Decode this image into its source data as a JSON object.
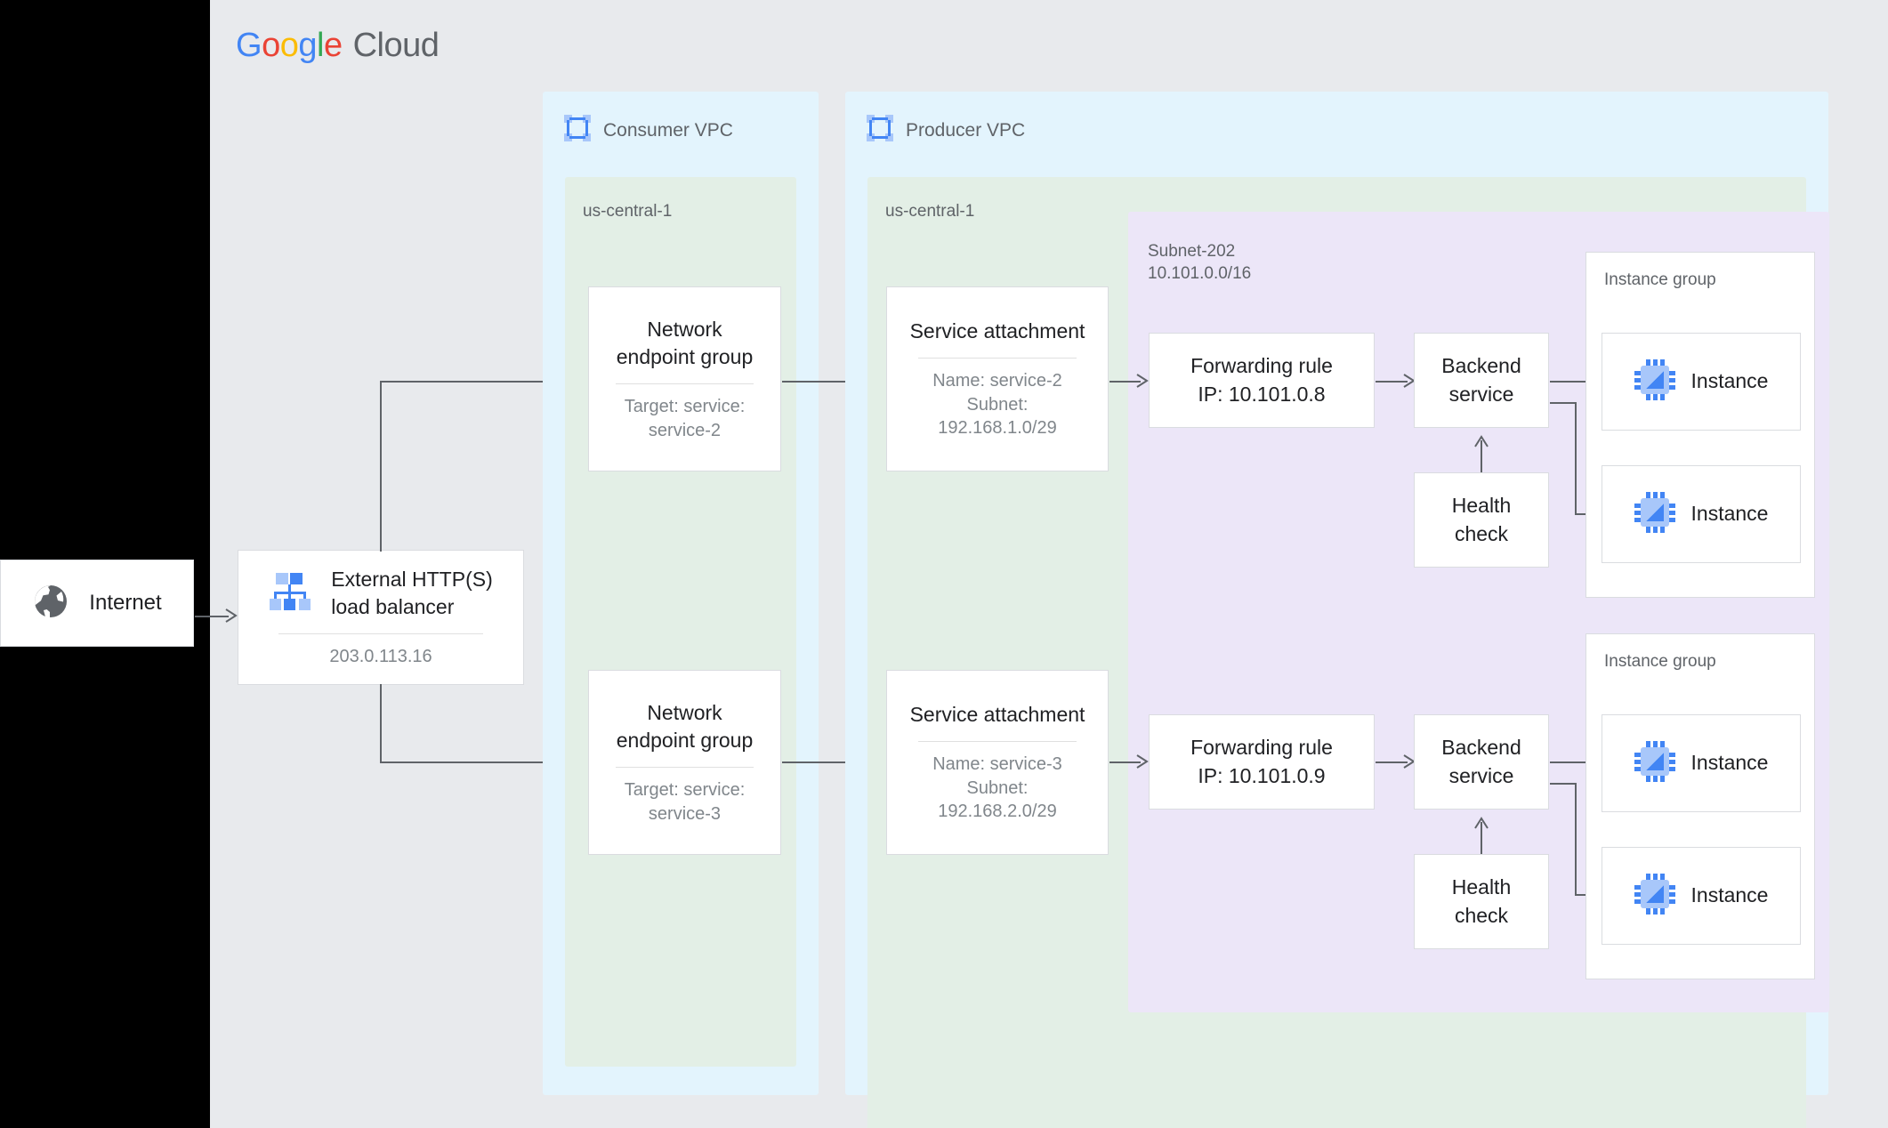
{
  "brand": {
    "name_parts": [
      "G",
      "o",
      "o",
      "g",
      "l",
      "e"
    ],
    "product": "Cloud",
    "colors": {
      "blue": "#4285f4",
      "red": "#ea4335",
      "yellow": "#fbbc05",
      "green": "#34a853",
      "grey": "#5f6368"
    }
  },
  "palette": {
    "canvas": "#e8eaed",
    "vpc_fill": "#e3f4fd",
    "region_fill": "#e3efe6",
    "subnet_fill": "#ece6f8",
    "card_fill": "#ffffff",
    "card_border": "#dadce0",
    "connector": "#5f6368",
    "text_primary": "#202124",
    "text_secondary": "#5f6368",
    "text_muted": "#80868b",
    "icon_blue": "#4285f4",
    "icon_blue_light": "#a8c7fa",
    "globe_grey": "#5f6368"
  },
  "internet": {
    "label": "Internet",
    "icon": "globe-icon"
  },
  "load_balancer": {
    "title": "External HTTP(S) load balancer",
    "title_line1": "External HTTP(S)",
    "title_line2": "load balancer",
    "ip": "203.0.113.16",
    "icon": "load-balancer-icon"
  },
  "consumer_vpc": {
    "title": "Consumer VPC",
    "icon": "vpc-icon",
    "region": "us-central-1",
    "network_endpoint_groups": [
      {
        "title_line1": "Network",
        "title_line2": "endpoint group",
        "sub_line1": "Target: service:",
        "sub_line2": "service-2"
      },
      {
        "title_line1": "Network",
        "title_line2": "endpoint group",
        "sub_line1": "Target: service:",
        "sub_line2": "service-3"
      }
    ]
  },
  "producer_vpc": {
    "title": "Producer VPC",
    "icon": "vpc-icon",
    "region": "us-central-1",
    "service_attachments": [
      {
        "title": "Service attachment",
        "sub_line1": "Name: service-2",
        "sub_line2": "Subnet:",
        "sub_line3": "192.168.1.0/29"
      },
      {
        "title": "Service attachment",
        "sub_line1": "Name: service-3",
        "sub_line2": "Subnet:",
        "sub_line3": "192.168.2.0/29"
      }
    ],
    "subnet": {
      "name": "Subnet-202",
      "cidr": "10.101.0.0/16"
    },
    "stacks": [
      {
        "forwarding_rule_line1": "Forwarding rule",
        "forwarding_rule_line2": "IP: 10.101.0.8",
        "backend_service_line1": "Backend",
        "backend_service_line2": "service",
        "health_check_line1": "Health",
        "health_check_line2": "check",
        "instance_group_label": "Instance group",
        "instances": [
          "Instance",
          "Instance"
        ]
      },
      {
        "forwarding_rule_line1": "Forwarding rule",
        "forwarding_rule_line2": "IP: 10.101.0.9",
        "backend_service_line1": "Backend",
        "backend_service_line2": "service",
        "health_check_line1": "Health",
        "health_check_line2": "check",
        "instance_group_label": "Instance group",
        "instances": [
          "Instance",
          "Instance"
        ]
      }
    ]
  }
}
